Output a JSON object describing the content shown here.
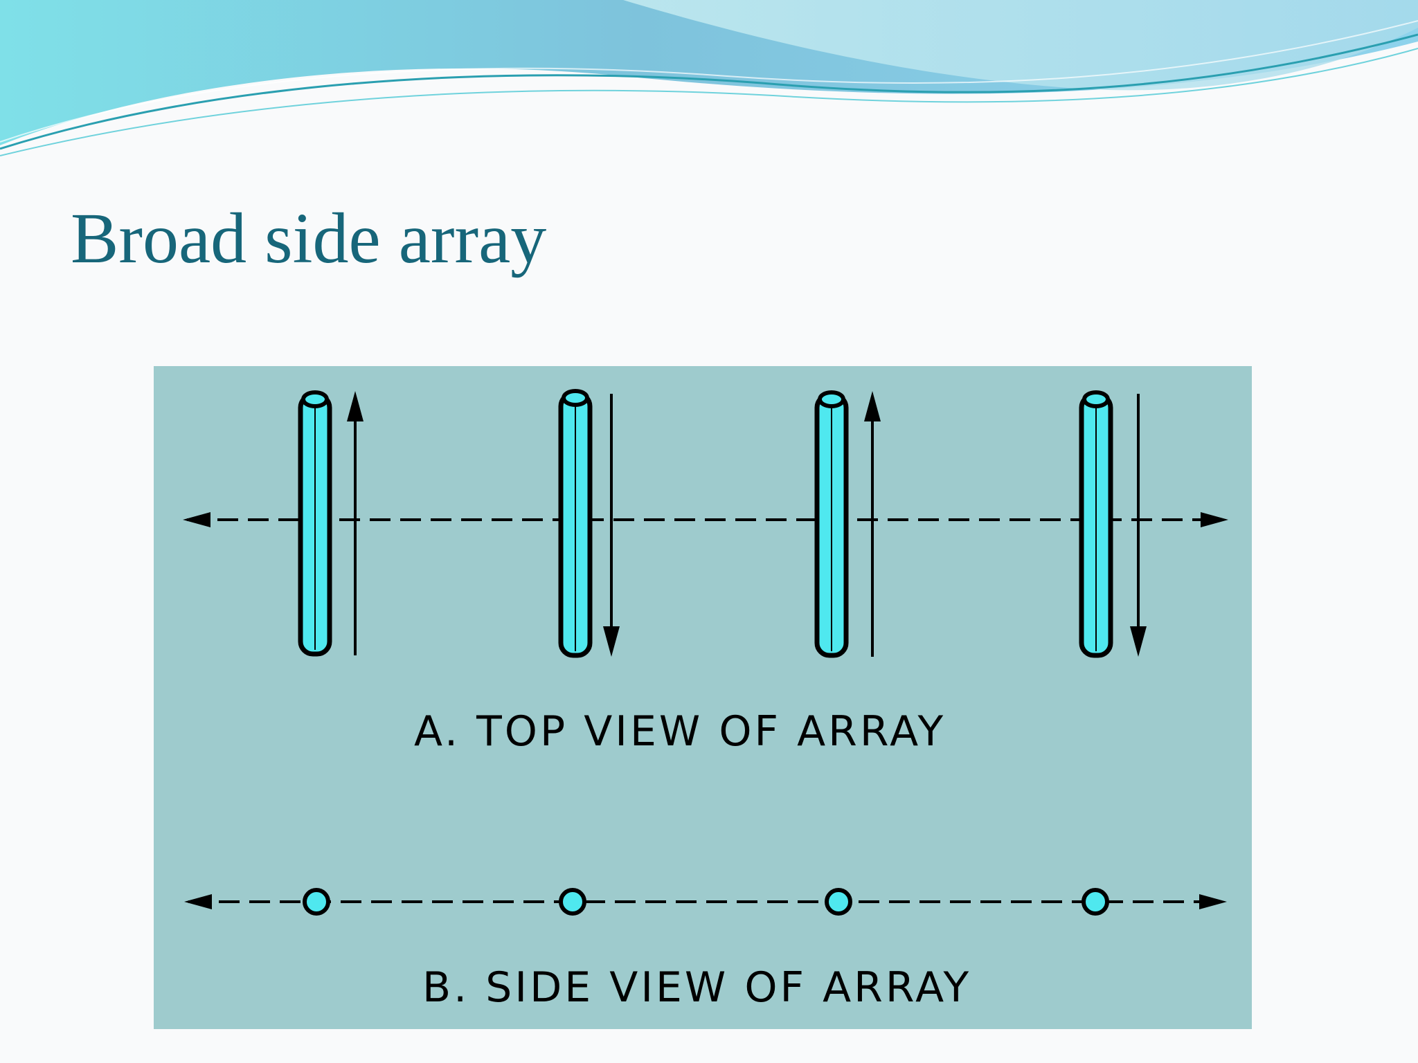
{
  "slide": {
    "title": "Broad side array"
  },
  "diagram": {
    "colors": {
      "panel": "#9ecbcd",
      "element_fill": "#4fe8ef",
      "ink": "#000000",
      "title": "#17667a"
    },
    "top_view": {
      "caption": "A. TOP VIEW OF ARRAY",
      "current_directions": [
        "up",
        "down",
        "up",
        "down"
      ]
    },
    "side_view": {
      "caption": "B. SIDE VIEW OF ARRAY",
      "element_count": 4
    }
  }
}
